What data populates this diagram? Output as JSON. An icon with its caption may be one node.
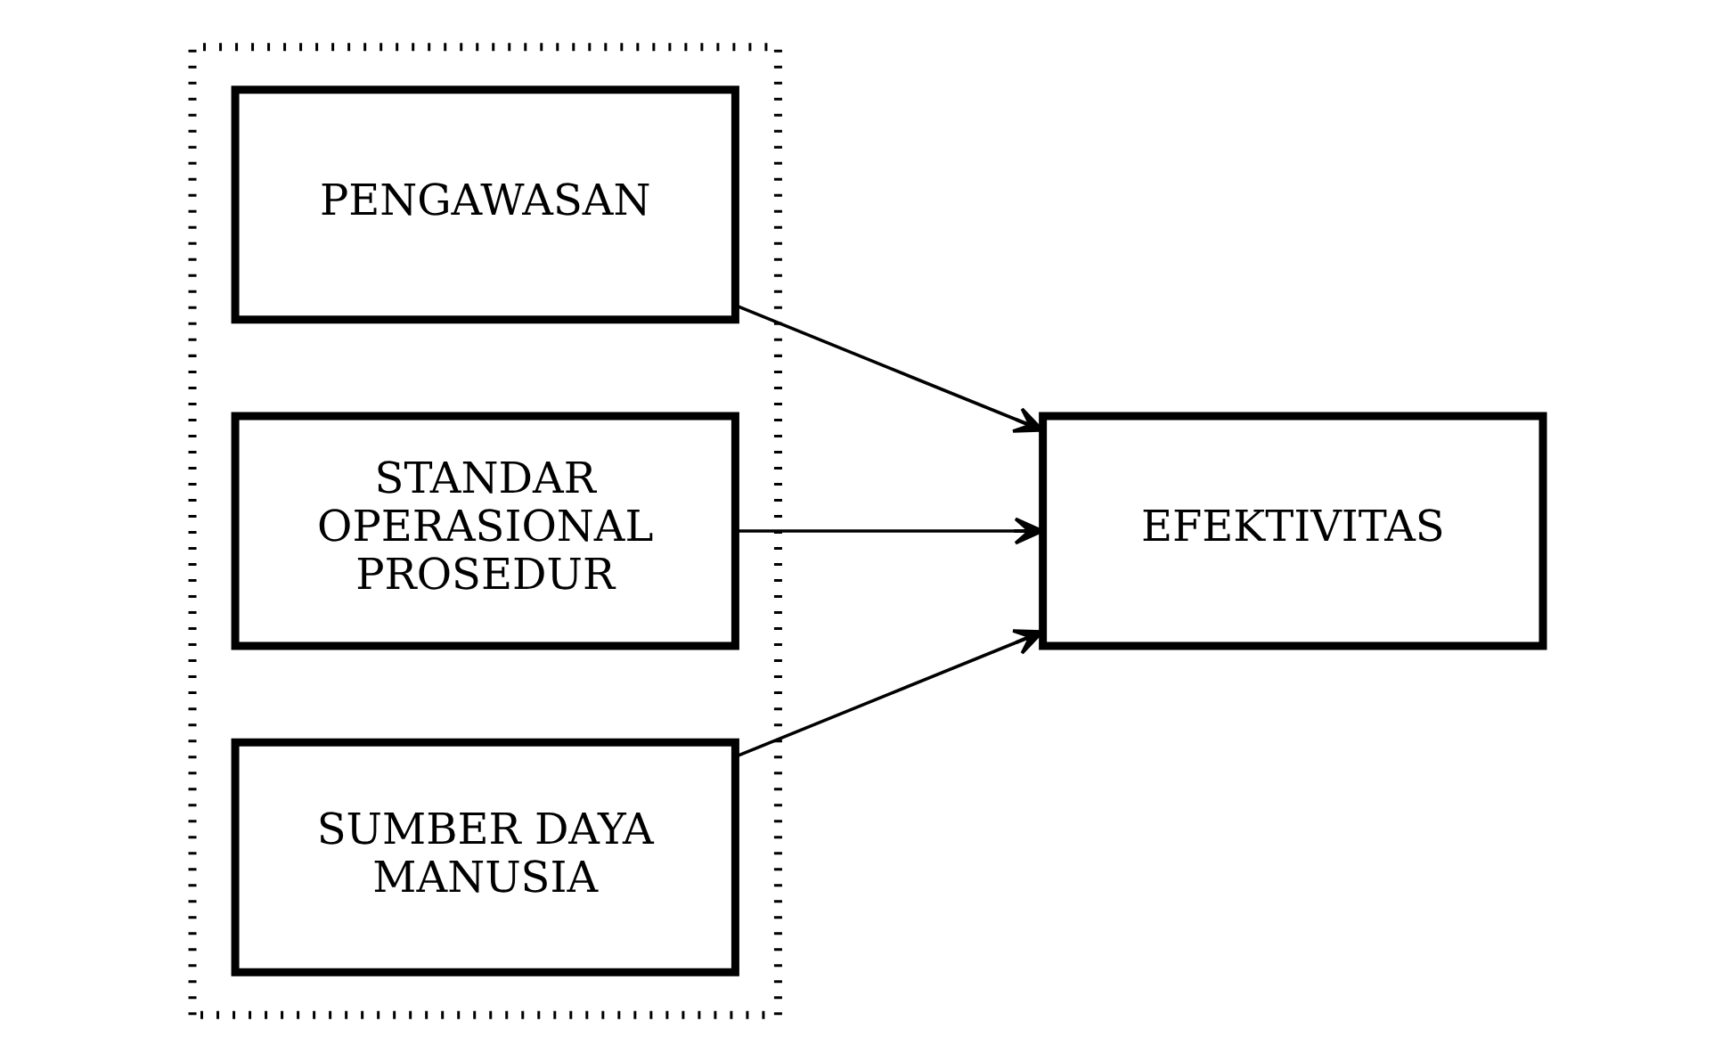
{
  "diagram": {
    "nodes": [
      {
        "text": [],
        "shape": "box"
      },
      {
        "text": [
          "PENGAWASAN"
        ],
        "in": 0
      },
      {
        "text": [
          "STANDAR OPERASIONAL PROSEDUR"
        ],
        "in": 0
      },
      {
        "text": [
          "SUMBER DAYA MANUSIA"
        ],
        "in": 0
      },
      {
        "text": [
          "EFEKTIVITAS"
        ]
      }
    ],
    "edges": [
      {
        "from": 1,
        "to": 4,
        "arrow": "to"
      },
      {
        "from": 2,
        "to": 4,
        "arrow": "to"
      },
      {
        "from": 3,
        "to": 4,
        "arrow": "to"
      }
    ]
  }
}
